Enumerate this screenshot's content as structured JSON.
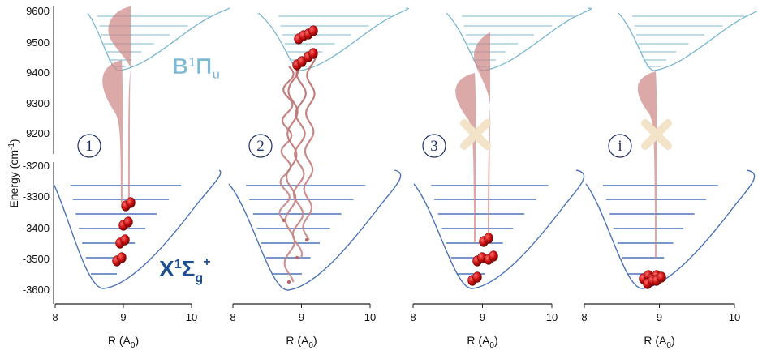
{
  "y_axis": {
    "title": "Energy (cm",
    "title_sup": "-1",
    "title_end": ")",
    "upper_ticks": [
      "9600",
      "9500",
      "9400",
      "9300",
      "9200"
    ],
    "lower_ticks": [
      "-3200",
      "-3300",
      "-3400",
      "-3500",
      "-3600"
    ]
  },
  "x_axis": {
    "label_main": "R (A",
    "label_sub": "0",
    "label_end": ")",
    "ticks": [
      "8",
      "9",
      "10"
    ]
  },
  "states": {
    "excited": {
      "main": "B",
      "sup": "1",
      "greek": "Π",
      "sub": "u"
    },
    "ground": {
      "main": "X",
      "sup1": "1",
      "greek": "Σ",
      "sub": "g",
      "sup2": "+"
    }
  },
  "panels": [
    {
      "step": "1"
    },
    {
      "step": "2"
    },
    {
      "step": "3"
    },
    {
      "step": "i"
    }
  ],
  "colors": {
    "excited_curve": "#7cb8d2",
    "ground_curve": "#4a72b6",
    "lobe": "#cd8484",
    "molecule": "#c90f0f",
    "blocked_x": "#f3e3c8",
    "step_ring": "#1f2f66",
    "state_excited": "#7cb8d2",
    "state_ground": "#1d4f91"
  }
}
